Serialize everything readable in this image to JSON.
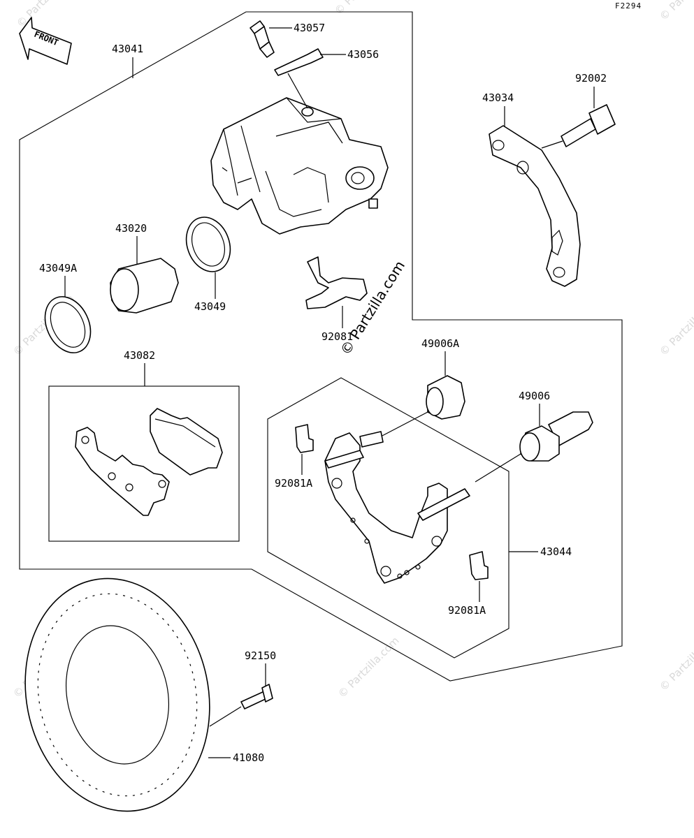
{
  "diagram_code": "F2294",
  "front_label": "FRONT",
  "watermark_main": "© Partzilla.com",
  "watermark_faint": "© Partzilla.com",
  "parts": {
    "p43041": "43041",
    "p43057": "43057",
    "p43056": "43056",
    "p43034": "43034",
    "p92002": "92002",
    "p43020": "43020",
    "p43049A": "43049A",
    "p43049": "43049",
    "p92081": "92081",
    "p43082": "43082",
    "p49006A": "49006A",
    "p49006": "49006",
    "p92081A_1": "92081A",
    "p43044": "43044",
    "p92081A_2": "92081A",
    "p92150": "92150",
    "p41080": "41080"
  }
}
